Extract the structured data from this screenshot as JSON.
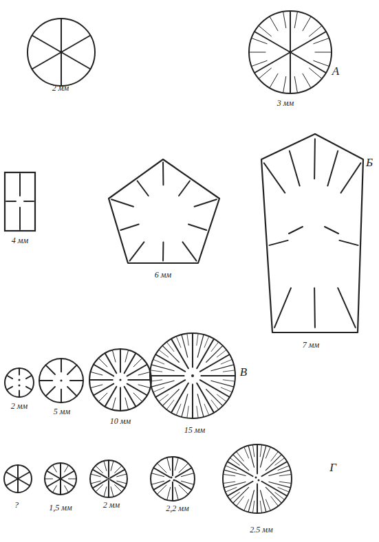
{
  "diagram": {
    "labels": [
      "2 мм",
      "3 мм",
      "А",
      "4 мм",
      "6 мм",
      "7 мм",
      "Б",
      "2 мм",
      "5 мм",
      "10 мм",
      "15 мм",
      "В",
      "?",
      "1,5 мм",
      "2 мм",
      "2,2 мм",
      "2.5 мм",
      "Г"
    ]
  }
}
